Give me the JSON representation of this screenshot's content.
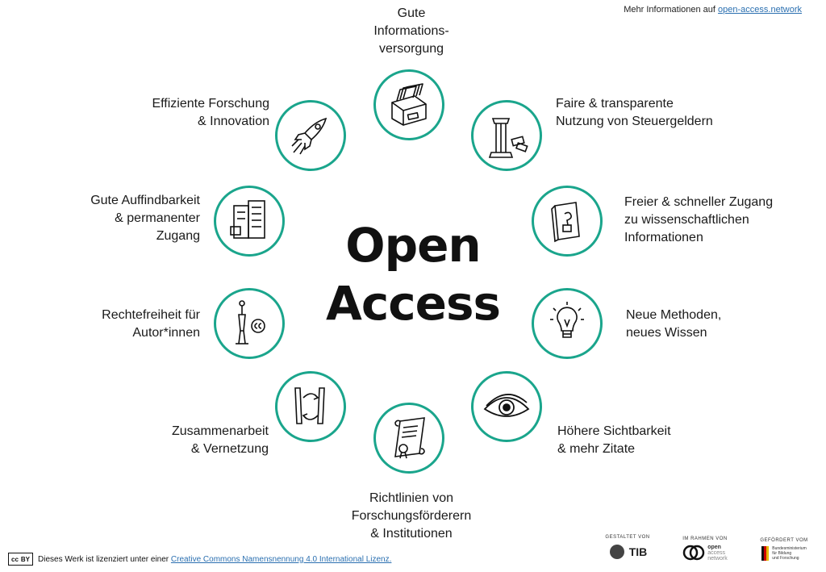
{
  "header": {
    "info_prefix": "Mehr Informationen auf ",
    "info_link": "open-access.network"
  },
  "title": {
    "line1": "Open",
    "line2": "Access"
  },
  "benefits": [
    {
      "lines": [
        "Gute",
        "Informations-",
        "versorgung"
      ],
      "icon": "card-catalog-icon"
    },
    {
      "lines": [
        "Faire & transparente",
        "Nutzung von Steuergeldern"
      ],
      "icon": "column-money-icon"
    },
    {
      "lines": [
        "Freier & schneller Zugang",
        "zu wissenschaftlichen",
        "Informationen"
      ],
      "icon": "book-icon"
    },
    {
      "lines": [
        "Neue Methoden,",
        "neues Wissen"
      ],
      "icon": "lightbulb-icon"
    },
    {
      "lines": [
        "Höhere Sichtbarkeit",
        "& mehr Zitate"
      ],
      "icon": "eye-icon"
    },
    {
      "lines": [
        "Richtlinien von",
        "Forschungsförderern",
        "& Institutionen"
      ],
      "icon": "scroll-certificate-icon"
    },
    {
      "lines": [
        "Zusammenarbeit",
        "& Vernetzung"
      ],
      "icon": "exchange-arrows-icon"
    },
    {
      "lines": [
        "Rechtefreiheit für",
        "Autor*innen"
      ],
      "icon": "author-cc-icon"
    },
    {
      "lines": [
        "Gute Auffindbarkeit",
        "& permanenter",
        "Zugang"
      ],
      "icon": "server-archive-icon"
    },
    {
      "lines": [
        "Effiziente Forschung",
        "& Innovation"
      ],
      "icon": "rocket-icon"
    }
  ],
  "footer": {
    "license_prefix": "Dieses Werk ist lizenziert unter einer ",
    "license_link": "Creative Commons Namensnennung 4.0 International Lizenz.",
    "badge_cc": "cc",
    "badge_by": "BY"
  },
  "logos": {
    "designed_by_caption": "GESTALTET VON",
    "designed_by": "TIB",
    "in_frame_caption": "IM RAHMEN VON",
    "in_frame_line1": "open",
    "in_frame_line2": "access",
    "in_frame_line3": "network",
    "funded_by_caption": "GEFÖRDERT VOM",
    "funded_by_line1": "Bundesministerium",
    "funded_by_line2": "für Bildung",
    "funded_by_line3": "und Forschung"
  },
  "colors": {
    "ring": "#1aa58c",
    "link": "#2a6fb0",
    "text": "#1a1a1a"
  }
}
